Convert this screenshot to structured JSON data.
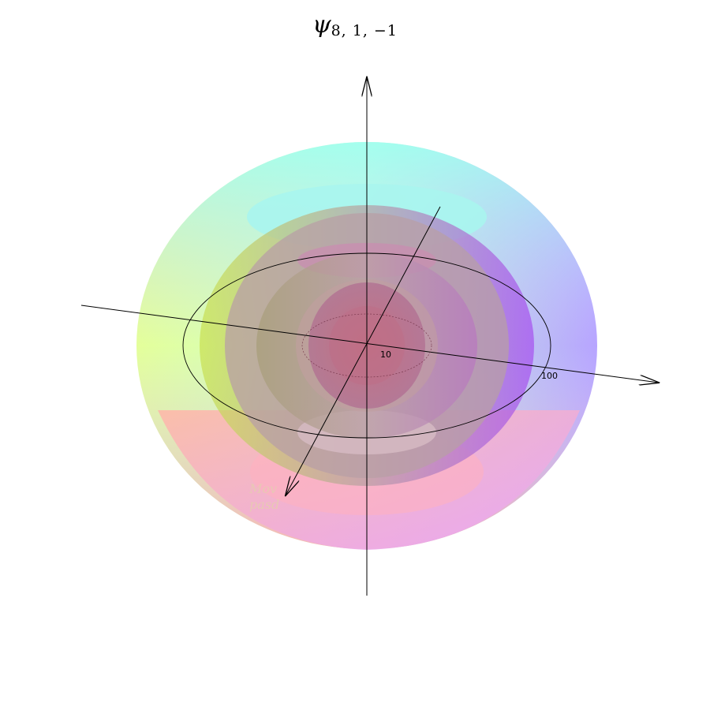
{
  "title": {
    "symbol": "ψ",
    "subscript": "8, 1, −1"
  },
  "axes": {
    "tick_labels": [
      "10",
      "100"
    ],
    "radial_scale": "log"
  },
  "watermark": [
    "Mov",
    "pasd"
  ],
  "colors": {
    "top": "#9dfff2",
    "left": "#dcffa0",
    "right": "#b9a5ff",
    "bottom": "#ffa8b0",
    "bottom_right": "#ffa4e8",
    "inner_shell": "#b9a0a6",
    "core": "#c8546f",
    "axis": "#000000"
  }
}
